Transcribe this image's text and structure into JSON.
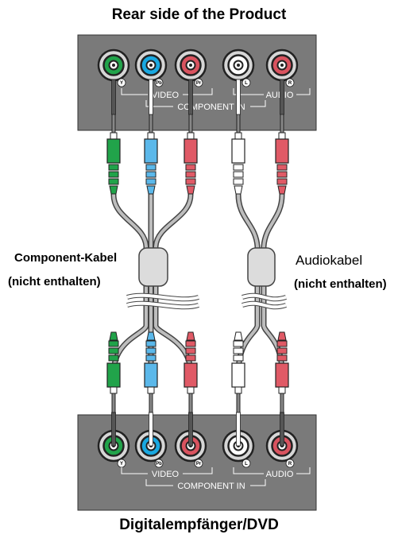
{
  "titles": {
    "top": "Rear side of the Product",
    "bottom": "Digitalempfänger/DVD"
  },
  "cables": {
    "component_name": "Component-Kabel",
    "component_note": "(nicht enthalten)",
    "audio_name": "Audiokabel",
    "audio_note": "(nicht enthalten)"
  },
  "panel": {
    "jacks": [
      {
        "id": "Y",
        "color": "#21a34a"
      },
      {
        "id": "Pb",
        "color": "#19a8e0"
      },
      {
        "id": "Pr",
        "color": "#d9535f"
      },
      {
        "id": "L",
        "color": "#ffffff"
      },
      {
        "id": "R",
        "color": "#d9535f"
      }
    ],
    "video_label": "VIDEO",
    "audio_label": "AUDIO",
    "component_in_label": "COMPONENT IN"
  },
  "colors": {
    "panel": "#7a7a7a",
    "green": "#21a34a",
    "blue": "#5bb8ea",
    "red": "#e05a66",
    "white": "#ffffff",
    "cable": "#bdbdbd",
    "clip": "#dcdcdc"
  }
}
